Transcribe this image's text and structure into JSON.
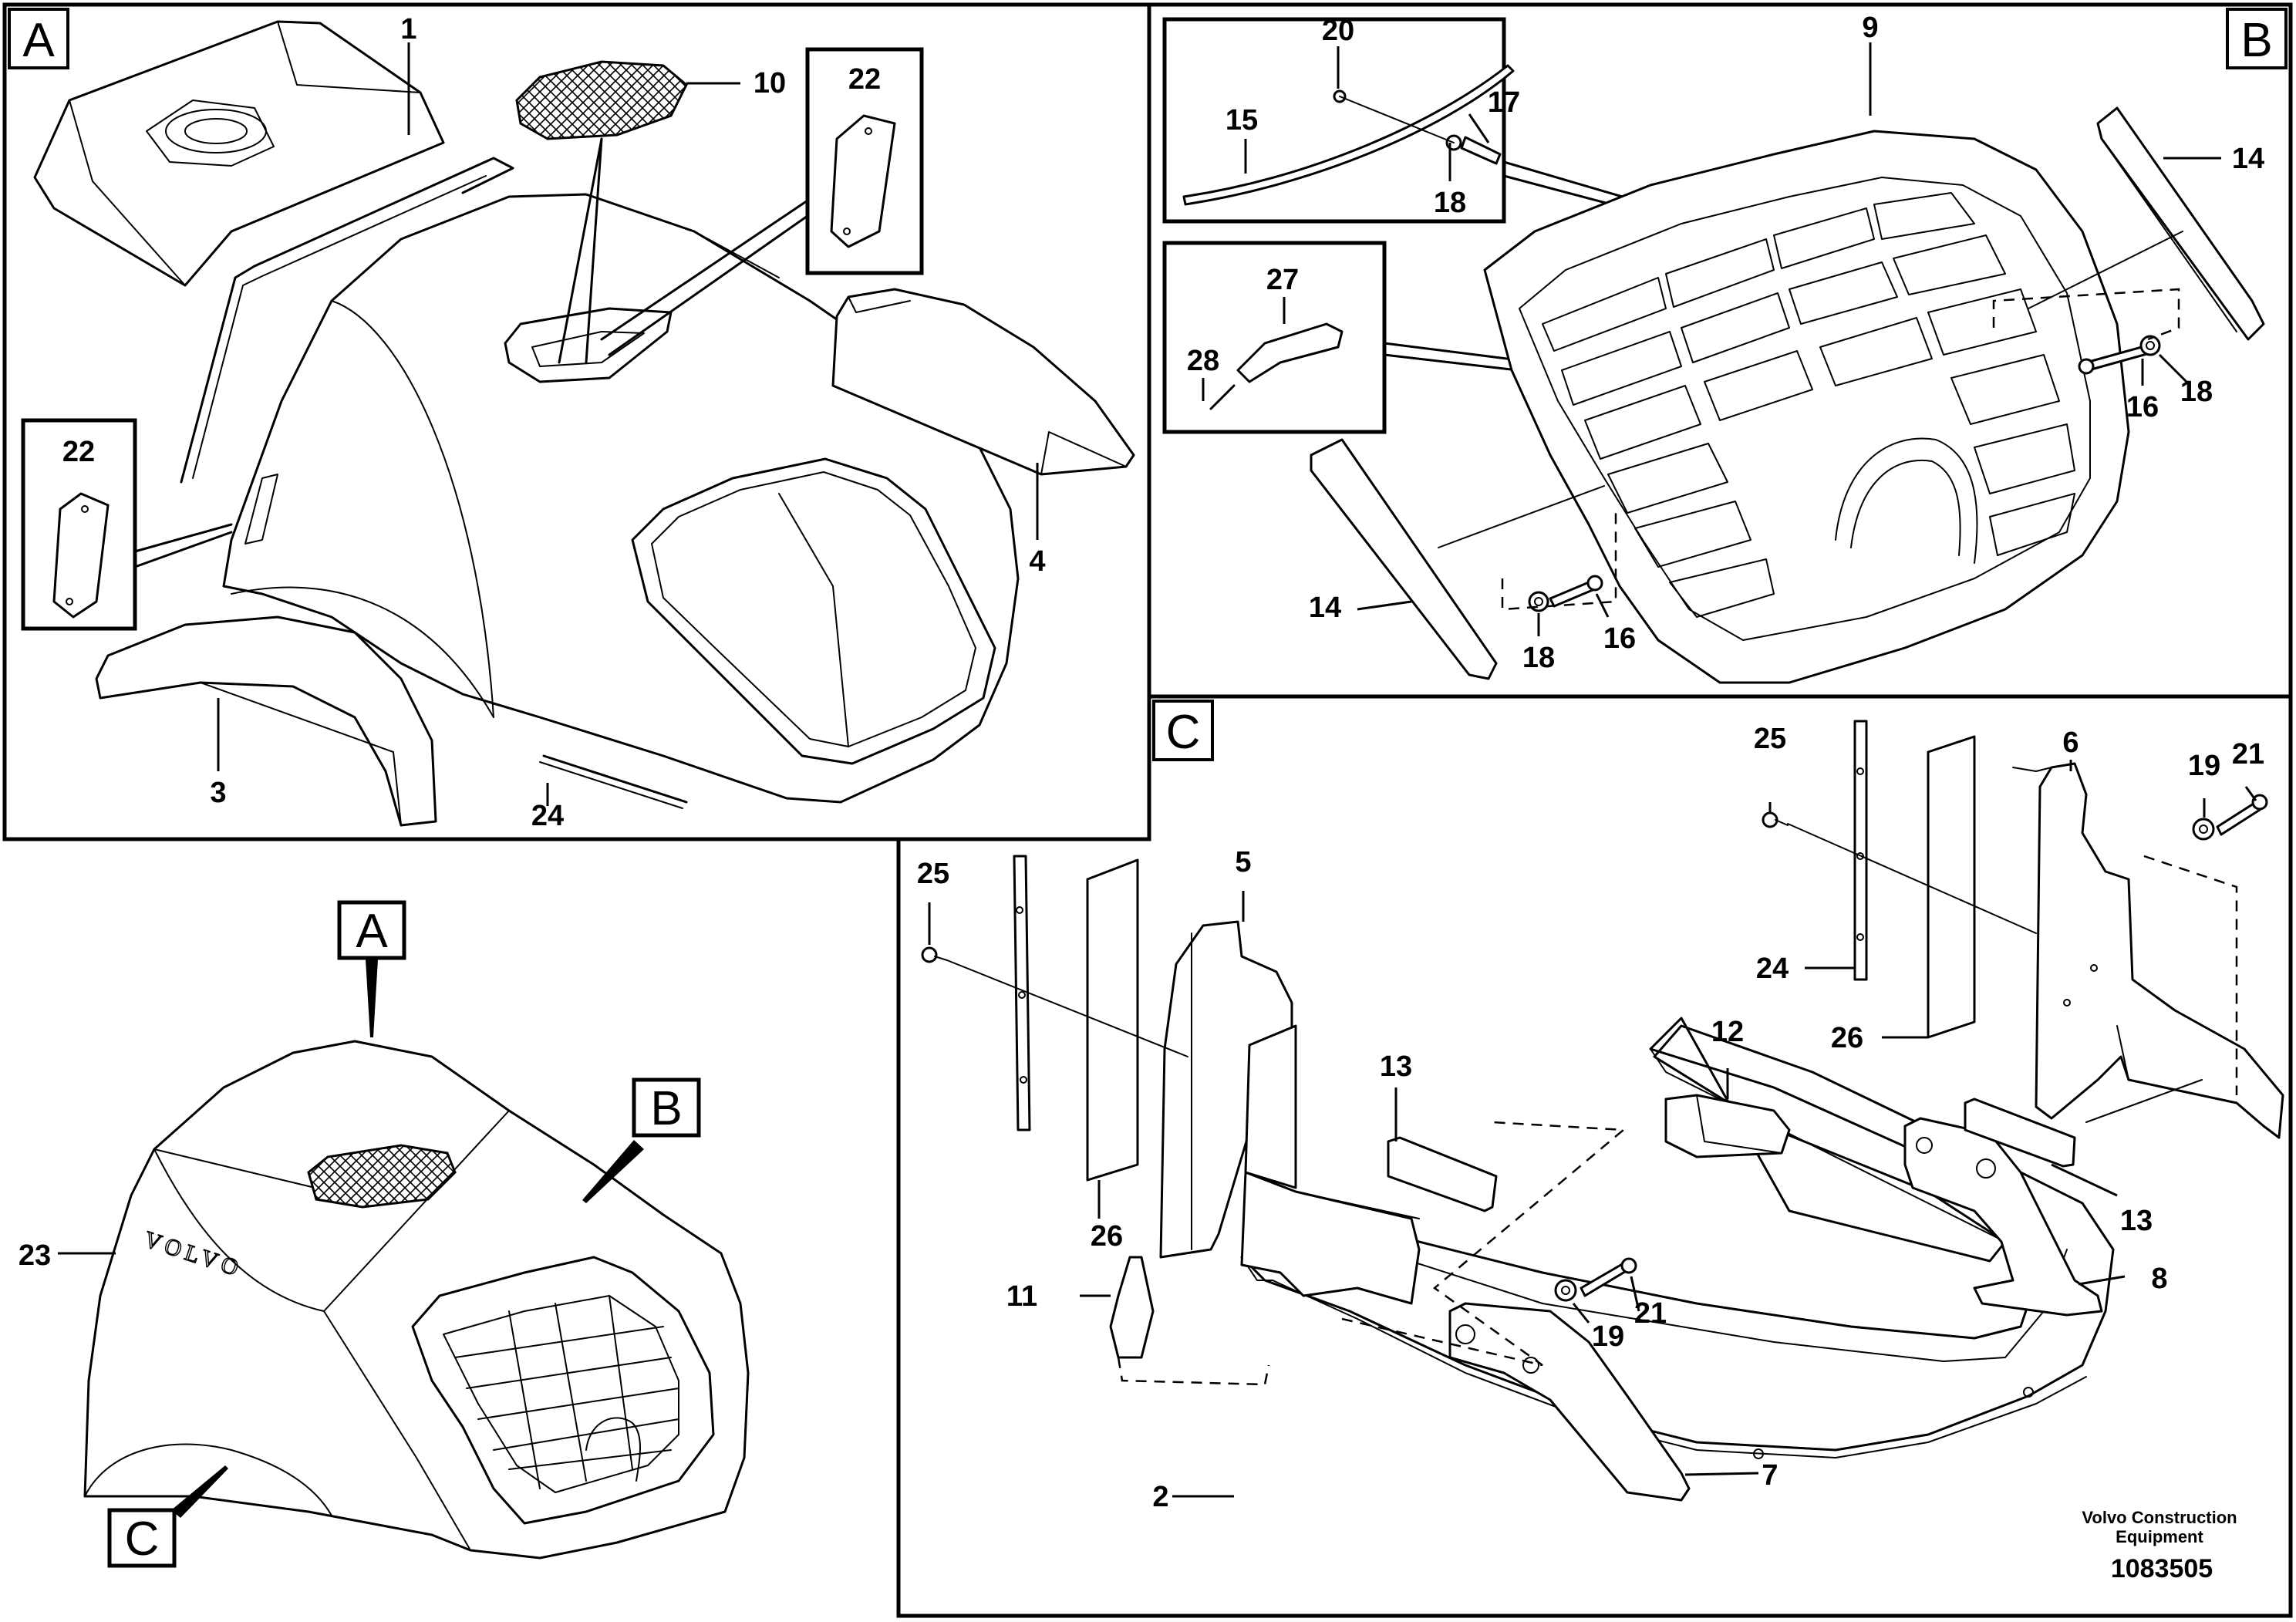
{
  "sections": {
    "A": {
      "letter": "A"
    },
    "B": {
      "letter": "B"
    },
    "C": {
      "letter": "C"
    }
  },
  "overview": {
    "callout_a": "A",
    "callout_b": "B",
    "callout_c": "C",
    "logo": "VOLVO"
  },
  "labels": {
    "a_1": "1",
    "a_10": "10",
    "a_22_top": "22",
    "a_22_left": "22",
    "a_4": "4",
    "a_3": "3",
    "a_24": "24",
    "b_9": "9",
    "b_20": "20",
    "b_15": "15",
    "b_17": "17",
    "b_18_top": "18",
    "b_14_right": "14",
    "b_27": "27",
    "b_28": "28",
    "b_16_right": "16",
    "b_18_right": "18",
    "b_14_left": "14",
    "b_18_bottom": "18",
    "b_16_bottom": "16",
    "c_25_right": "25",
    "c_6": "6",
    "c_19_right": "19",
    "c_21_right": "21",
    "c_24": "24",
    "c_26_right": "26",
    "c_12": "12",
    "c_13_right": "13",
    "c_8": "8",
    "c_25_left": "25",
    "c_5": "5",
    "c_13_left": "13",
    "c_26_left": "26",
    "c_11": "11",
    "c_19_left": "19",
    "c_21_left": "21",
    "c_2": "2",
    "c_7": "7",
    "ov_23": "23"
  },
  "footer": {
    "company_line1": "Volvo Construction",
    "company_line2": "Equipment",
    "doc_number": "1083505"
  }
}
